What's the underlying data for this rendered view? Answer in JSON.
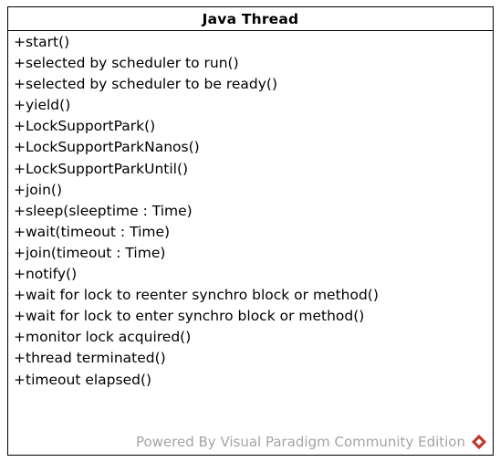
{
  "class": {
    "name": "Java Thread",
    "operations": [
      "+start()",
      "+selected by scheduler to run()",
      "+selected by scheduler to be ready()",
      "+yield()",
      "+LockSupportPark()",
      "+LockSupportParkNanos()",
      "+LockSupportParkUntil()",
      "+join()",
      "+sleep(sleeptime : Time)",
      "+wait(timeout : Time)",
      "+join(timeout : Time)",
      "+notify()",
      "+wait for lock to reenter synchro block or method()",
      "+wait for lock to enter synchro block or method()",
      "+monitor lock acquired()",
      "+thread terminated()",
      "+timeout elapsed()"
    ]
  },
  "watermark": {
    "text": "Powered By Visual Paradigm Community Edition",
    "logo_icon": "visual-paradigm-logo-icon",
    "logo_color": "#c0392b"
  }
}
